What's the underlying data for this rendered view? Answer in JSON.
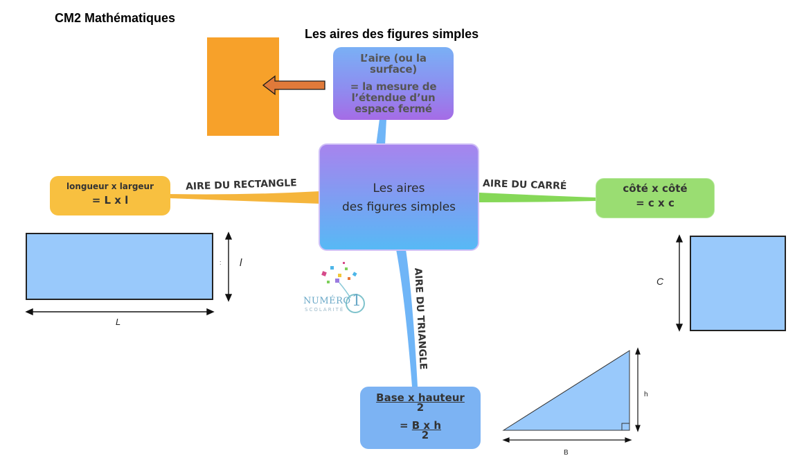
{
  "header": {
    "course": "CM2 Mathématiques",
    "title": "Les aires des figures simples"
  },
  "center": {
    "line1": "Les aires",
    "line2": "des figures simples"
  },
  "definition": {
    "line1": "L’aire (ou la",
    "line2": "surface)",
    "line3": "= la mesure de",
    "line4": "l’étendue d’un",
    "line5": "espace fermé"
  },
  "branches": {
    "rectangle": "AIRE DU RECTANGLE",
    "carre": "AIRE DU CARRÉ",
    "triangle": "AIRE DU TRIANGLE"
  },
  "rectangle_box": {
    "line1": "longueur x largeur",
    "line2": "= L x l"
  },
  "carre_box": {
    "line1": "côté x côté",
    "line2": "= c x c"
  },
  "triangle_box": {
    "line1": "Base x hauteur",
    "line2": "2",
    "line3_prefix": "= ",
    "line3": "B x h",
    "line4": "2"
  },
  "figure_labels": {
    "rect_width": "l",
    "rect_length": "L",
    "square_side": "C",
    "triangle_height": "h",
    "triangle_base": "B"
  },
  "logo": {
    "text1": "NUMÉRO",
    "text2": "1",
    "text3": "SCOLARITÉ"
  },
  "colors": {
    "orange_rect": "#f7a12a",
    "arrow": "#e07a3a",
    "rect_fill": "#99c9fb",
    "center_top": "#a784ee",
    "center_bottom": "#57b9f5",
    "def_top": "#7ab0f5",
    "def_bottom": "#a56ce6",
    "yellow": "#f8c040",
    "green": "#9add72",
    "blue_box": "#7cb3f3"
  }
}
